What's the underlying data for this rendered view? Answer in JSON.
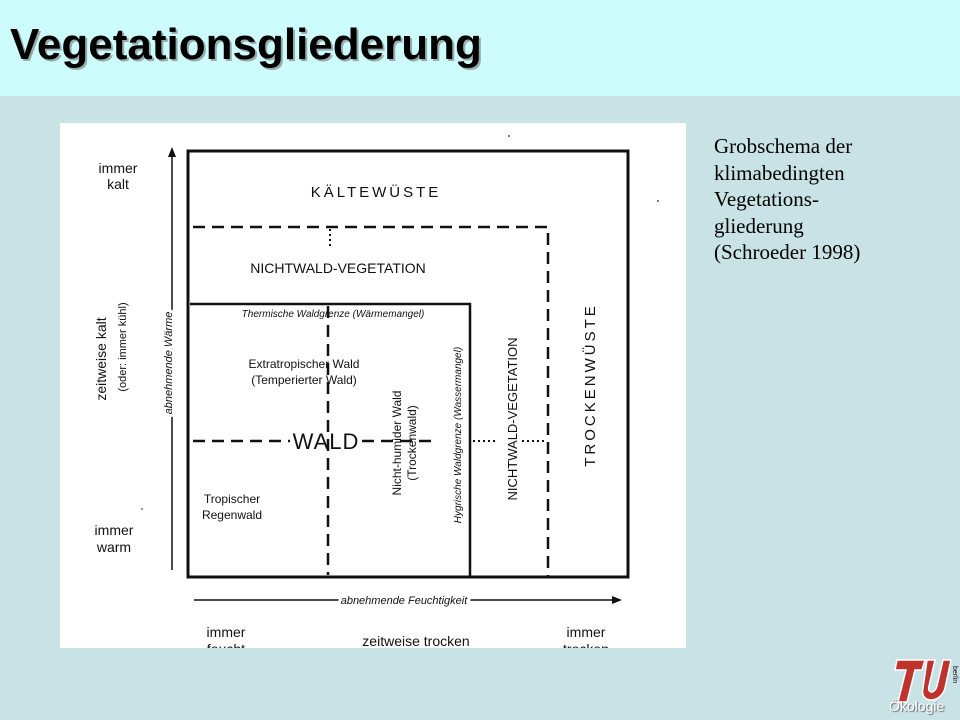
{
  "slide": {
    "title": "Vegetationsgliederung",
    "caption_lines": [
      "Grobschema der",
      "klimabedingten",
      "Vegetations-",
      "gliederung",
      "(Schroeder 1998)"
    ],
    "logo_label": "Ökologie",
    "logo_small_text": "berlin"
  },
  "diagram": {
    "y_top_label": [
      "immer",
      "kalt"
    ],
    "y_mid_label": "zeitweise kalt",
    "y_mid_sublabel": "(oder: immer kühl)",
    "y_bottom_label": [
      "immer",
      "warm"
    ],
    "y_axis_arrow_label": "abnehmende Wärme",
    "x_axis_arrow_label": "abnehmende Feuchtigkeit",
    "x_left_label": [
      "immer",
      "feucht"
    ],
    "x_mid_label": "zeitweise trocken",
    "x_right_label": [
      "immer",
      "trocken"
    ],
    "zone_kaeltewueste": "KÄLTEWÜSTE",
    "zone_nichtwald_top": "NICHTWALD-VEGETATION",
    "thermal_limit": "Thermische Waldgrenze (Wärmemangel)",
    "extratropical_forest": [
      "Extratropischer Wald",
      "(Temperierter Wald)"
    ],
    "zone_wald": "WALD",
    "tropical_rainforest": [
      "Tropischer",
      "Regenwald"
    ],
    "nonhumid_forest": [
      "Nicht-humider Wald",
      "(Trockenwald)"
    ],
    "hygric_limit": "Hygrische Waldgrenze (Wassermangel)",
    "zone_nichtwald_right": "NICHTWALD-VEGETATION",
    "zone_trockenwueste": "TROCKENWÜSTE"
  }
}
